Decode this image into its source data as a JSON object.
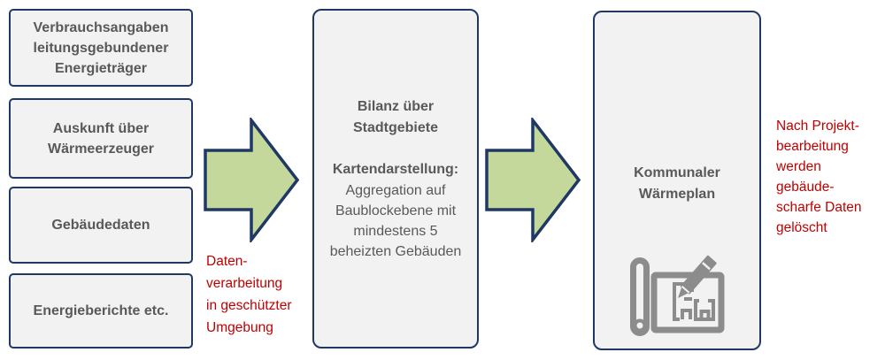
{
  "colors": {
    "box_fill": "#f2f2f2",
    "box_border": "#1f3864",
    "arrow_fill": "#c4d89b",
    "box_text": "#595959",
    "note_text": "#c00000",
    "icon_gray": "#8c8c8c"
  },
  "diagram": {
    "source_boxes": [
      "Verbrauchsangaben\nleitungsgebundener\nEnergieträger",
      "Auskunft über\nWärmeerzeuger",
      "Gebäudedaten",
      "Energieberichte etc."
    ],
    "arrow1_note": "Daten-\nverarbeitung\nin geschützter\nUmgebung",
    "process_box": {
      "title": "Bilanz über\nStadtgebiete",
      "subtitle_heading": "Kartendarstellung:",
      "subtitle_body": "Aggregation auf\nBaublockebene mit\nmindestens 5\nbeheizten Gebäuden"
    },
    "result_box": {
      "title": "Kommunaler\nWärmeplan",
      "icon": "blueprint-pencil-icon"
    },
    "result_note": "Nach Projekt-\nbearbeitung\nwerden\ngebäude-\nscharfe Daten\ngelöscht"
  }
}
